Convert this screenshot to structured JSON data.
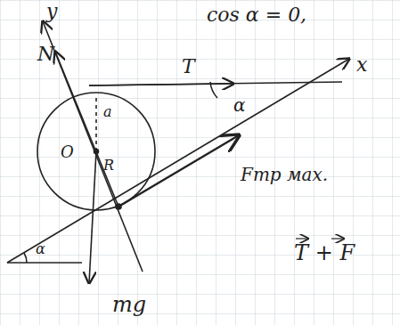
{
  "diagram": {
    "labels": [
      "y",
      "N",
      "T",
      "cos α = 0,",
      "x",
      "α",
      "a",
      "O",
      "R",
      "Fтр мах.",
      "α",
      "T + F",
      "mg"
    ]
  }
}
